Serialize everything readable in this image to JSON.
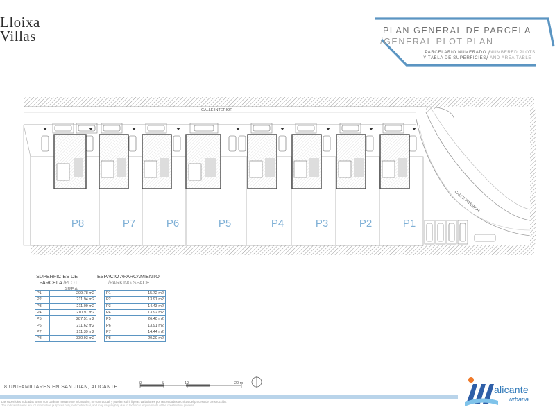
{
  "logo": {
    "line1": "Lloixa",
    "line2": "Villas"
  },
  "title": {
    "main": "PLAN GENERAL DE PARCELA",
    "main_en": "/GENERAL PLOT PLAN",
    "sub_es_1": "PARCELARIO NUMERADO",
    "sub_es_2": "Y TABLA DE SUPERFICIES",
    "sub_en_1": "NUMBERED PLOTS",
    "sub_en_2": "AND AREA TABLE"
  },
  "plan": {
    "street_top": "CALLE INTERIOR",
    "street_diag": "CALLE INTERIOR",
    "plot_labels": [
      "P8",
      "P7",
      "P6",
      "P5",
      "P4",
      "P3",
      "P2",
      "P1"
    ]
  },
  "plot_area_table": {
    "title_1": "SUPERFICIES DE",
    "title_2_es": "PARCELA",
    "title_2_en": "/PLOT AREA",
    "rows": [
      {
        "plot": "P1",
        "area": "209.78 m2"
      },
      {
        "plot": "P2",
        "area": "211.94 m2"
      },
      {
        "plot": "P3",
        "area": "211.09 m2"
      },
      {
        "plot": "P4",
        "area": "210.97 m2"
      },
      {
        "plot": "P5",
        "area": "287.51 m2"
      },
      {
        "plot": "P6",
        "area": "211.62 m2"
      },
      {
        "plot": "P7",
        "area": "211.39 m2"
      },
      {
        "plot": "P8",
        "area": "330.93 m2"
      }
    ]
  },
  "parking_table": {
    "title_1": "ESPACIO APARCAMIENTO",
    "title_2_en": "/PARKING SPACE",
    "rows": [
      {
        "plot": "P1",
        "area": "15.72 m2"
      },
      {
        "plot": "P2",
        "area": "13.91 m2"
      },
      {
        "plot": "P3",
        "area": "14.43 m2"
      },
      {
        "plot": "P4",
        "area": "13.92 m2"
      },
      {
        "plot": "P5",
        "area": "26.40 m2"
      },
      {
        "plot": "P6",
        "area": "13.91 m2"
      },
      {
        "plot": "P7",
        "area": "14.44 m2"
      },
      {
        "plot": "P8",
        "area": "20.20 m2"
      }
    ]
  },
  "subtitle": "8 UNIFAMILIARES EN SAN JUAN, ALICANTE.",
  "scale": {
    "labels": [
      "0",
      "5",
      "10",
      "20 m"
    ]
  },
  "disclaimer": {
    "es": "Las superficies indicadas lo son con carácter meramente informativo, no contractual, y pueden sufrir ligeras variaciones por necesidades técnicas del proceso de construcción.",
    "en": "The indicated areas are for information purposes only, not contractual, and may vary slightly due to technical requirements of the construction process."
  },
  "brand": {
    "name": "alicante",
    "sub": "urbana"
  },
  "colors": {
    "accent": "#5b95c2",
    "brand": "#2f78b8",
    "bar": "#b9d4ea",
    "highlight": "#c8d84a"
  }
}
